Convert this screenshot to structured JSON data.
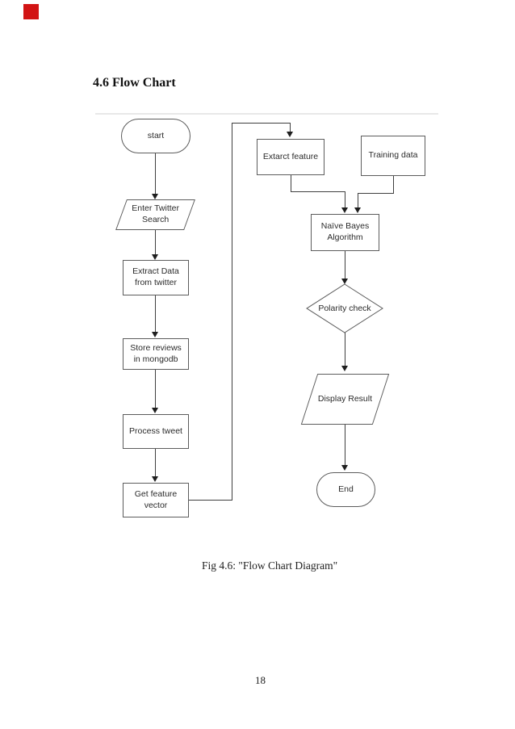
{
  "page": {
    "heading": "4.6 Flow Chart",
    "caption": "Fig 4.6: \"Flow Chart Diagram\"",
    "page_number": "18"
  },
  "colors": {
    "marker_red": "#d21414",
    "node_border": "#5c5c5c",
    "connector": "#3f3f3f",
    "figure_rule": "#e8e8e8"
  },
  "flowchart": {
    "nodes": {
      "start": {
        "type": "terminator",
        "label": "start"
      },
      "enter_search": {
        "type": "input-parallelogram",
        "label": "Enter Twitter Search"
      },
      "extract_data": {
        "type": "process",
        "label": "Extract Data from twitter"
      },
      "store_reviews": {
        "type": "process",
        "label": "Store reviews in mongodb"
      },
      "process_tweet": {
        "type": "process",
        "label": "Process tweet"
      },
      "get_feature": {
        "type": "process",
        "label": "Get feature vector"
      },
      "extarct_feature": {
        "type": "process",
        "label": "Extarct feature"
      },
      "training_data": {
        "type": "process",
        "label": "Training data"
      },
      "naive_bayes": {
        "type": "process",
        "label": "Naïve Bayes Algorithm"
      },
      "polarity_check": {
        "type": "decision",
        "label": "Polarity check"
      },
      "display_result": {
        "type": "output-parallelogram",
        "label": "Display Result"
      },
      "end": {
        "type": "terminator",
        "label": "End"
      }
    },
    "edges": [
      {
        "from": "start",
        "to": "enter_search"
      },
      {
        "from": "enter_search",
        "to": "extract_data"
      },
      {
        "from": "extract_data",
        "to": "store_reviews"
      },
      {
        "from": "store_reviews",
        "to": "process_tweet"
      },
      {
        "from": "process_tweet",
        "to": "get_feature"
      },
      {
        "from": "get_feature",
        "to": "extarct_feature"
      },
      {
        "from": "extarct_feature",
        "to": "naive_bayes"
      },
      {
        "from": "training_data",
        "to": "naive_bayes"
      },
      {
        "from": "naive_bayes",
        "to": "polarity_check"
      },
      {
        "from": "polarity_check",
        "to": "display_result"
      },
      {
        "from": "display_result",
        "to": "end"
      }
    ]
  }
}
